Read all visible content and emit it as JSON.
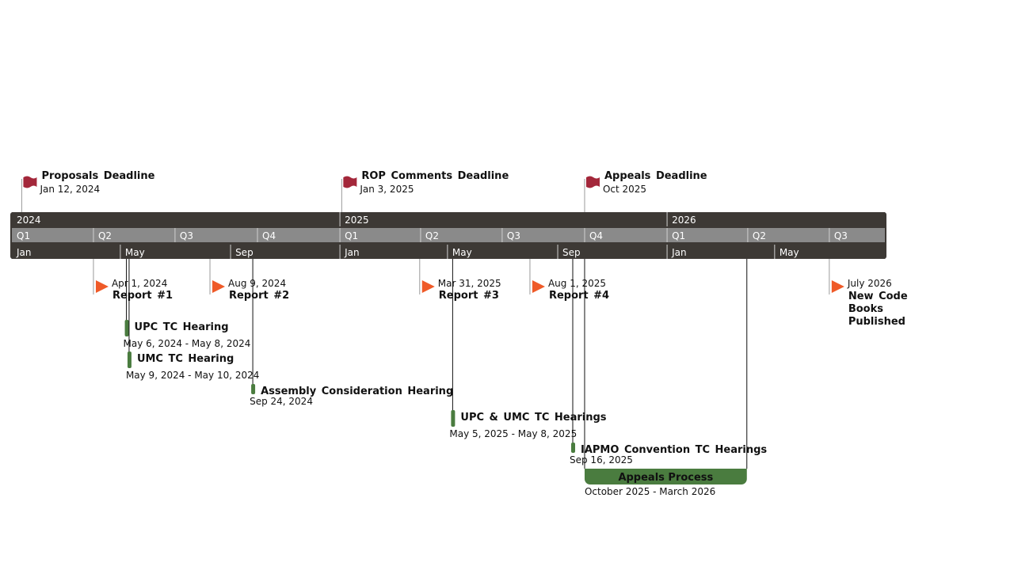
{
  "chart_data": {
    "type": "timeline",
    "range": [
      "2024-01-01",
      "2026-09-01"
    ],
    "colors": {
      "band_dark": "#3d3935",
      "band_quarter": "#8a8a8a",
      "flag": "#a3273a",
      "triangle": "#ef5a28",
      "task": "#4a7c3f"
    },
    "scale": {
      "years": [
        {
          "label": "2024",
          "start": "2024-01-01",
          "end": "2025-01-01"
        },
        {
          "label": "2025",
          "start": "2025-01-01",
          "end": "2026-01-01"
        },
        {
          "label": "2026",
          "start": "2026-01-01",
          "end": "2026-09-01"
        }
      ],
      "quarters": [
        {
          "label": "Q1",
          "start": "2024-01-01",
          "end": "2024-04-01"
        },
        {
          "label": "Q2",
          "start": "2024-04-01",
          "end": "2024-07-01"
        },
        {
          "label": "Q3",
          "start": "2024-07-01",
          "end": "2024-10-01"
        },
        {
          "label": "Q4",
          "start": "2024-10-01",
          "end": "2025-01-01"
        },
        {
          "label": "Q1",
          "start": "2025-01-01",
          "end": "2025-04-01"
        },
        {
          "label": "Q2",
          "start": "2025-04-01",
          "end": "2025-07-01"
        },
        {
          "label": "Q3",
          "start": "2025-07-01",
          "end": "2025-10-01"
        },
        {
          "label": "Q4",
          "start": "2025-10-01",
          "end": "2026-01-01"
        },
        {
          "label": "Q1",
          "start": "2026-01-01",
          "end": "2026-04-01"
        },
        {
          "label": "Q2",
          "start": "2026-04-01",
          "end": "2026-07-01"
        },
        {
          "label": "Q3",
          "start": "2026-07-01",
          "end": "2026-09-01"
        }
      ],
      "months": [
        {
          "label": "Jan",
          "start": "2024-01-01",
          "end": "2024-05-01"
        },
        {
          "label": "May",
          "start": "2024-05-01",
          "end": "2024-09-01"
        },
        {
          "label": "Sep",
          "start": "2024-09-01",
          "end": "2025-01-01"
        },
        {
          "label": "Jan",
          "start": "2025-01-01",
          "end": "2025-05-01"
        },
        {
          "label": "May",
          "start": "2025-05-01",
          "end": "2025-09-01"
        },
        {
          "label": "Sep",
          "start": "2025-09-01",
          "end": "2026-01-01"
        },
        {
          "label": "Jan",
          "start": "2026-01-01",
          "end": "2026-05-01"
        },
        {
          "label": "May",
          "start": "2026-05-01",
          "end": "2026-09-01"
        }
      ]
    },
    "milestones_above": [
      {
        "title": "Proposals Deadline",
        "date_label": "Jan 12, 2024",
        "date": "2024-01-12",
        "icon": "flag-icon"
      },
      {
        "title": "ROP Comments Deadline",
        "date_label": "Jan 3, 2025",
        "date": "2025-01-03",
        "icon": "flag-icon"
      },
      {
        "title": "Appeals Deadline",
        "date_label": "Oct 2025",
        "date": "2025-10-01",
        "icon": "flag-icon"
      }
    ],
    "milestones_below": [
      {
        "title": "Report #1",
        "date_label": "Apr 1, 2024",
        "date": "2024-04-01",
        "icon": "triangle-icon"
      },
      {
        "title": "Report #2",
        "date_label": "Aug 9, 2024",
        "date": "2024-08-09",
        "icon": "triangle-icon"
      },
      {
        "title": "Report #3",
        "date_label": "Mar 31, 2025",
        "date": "2025-03-31",
        "icon": "triangle-icon"
      },
      {
        "title": "Report #4",
        "date_label": "Aug 1, 2025",
        "date": "2025-08-01",
        "icon": "triangle-icon"
      },
      {
        "title": "New Code Books Published",
        "date_label": "July 2026",
        "date": "2026-07-01",
        "icon": "triangle-icon"
      }
    ],
    "tasks": [
      {
        "title": "UPC TC Hearing",
        "date_label": "May 6, 2024 - May 8, 2024",
        "start": "2024-05-06",
        "end": "2024-05-08"
      },
      {
        "title": "UMC TC Hearing",
        "date_label": "May 9, 2024 - May 10, 2024",
        "start": "2024-05-09",
        "end": "2024-05-10"
      },
      {
        "title": "Assembly Consideration Hearing",
        "date_label": "Sep 24, 2024",
        "start": "2024-09-24",
        "end": "2024-09-24"
      },
      {
        "title": "UPC & UMC TC Hearings",
        "date_label": "May 5, 2025 - May 8, 2025",
        "start": "2025-05-05",
        "end": "2025-05-08"
      },
      {
        "title": "IAPMO Convention TC Hearings",
        "date_label": "Sep 16, 2025",
        "start": "2025-09-16",
        "end": "2025-09-16"
      },
      {
        "title": "Appeals Process",
        "date_label": "October 2025 - March 2026",
        "start": "2025-10-01",
        "end": "2026-03-31"
      }
    ]
  }
}
